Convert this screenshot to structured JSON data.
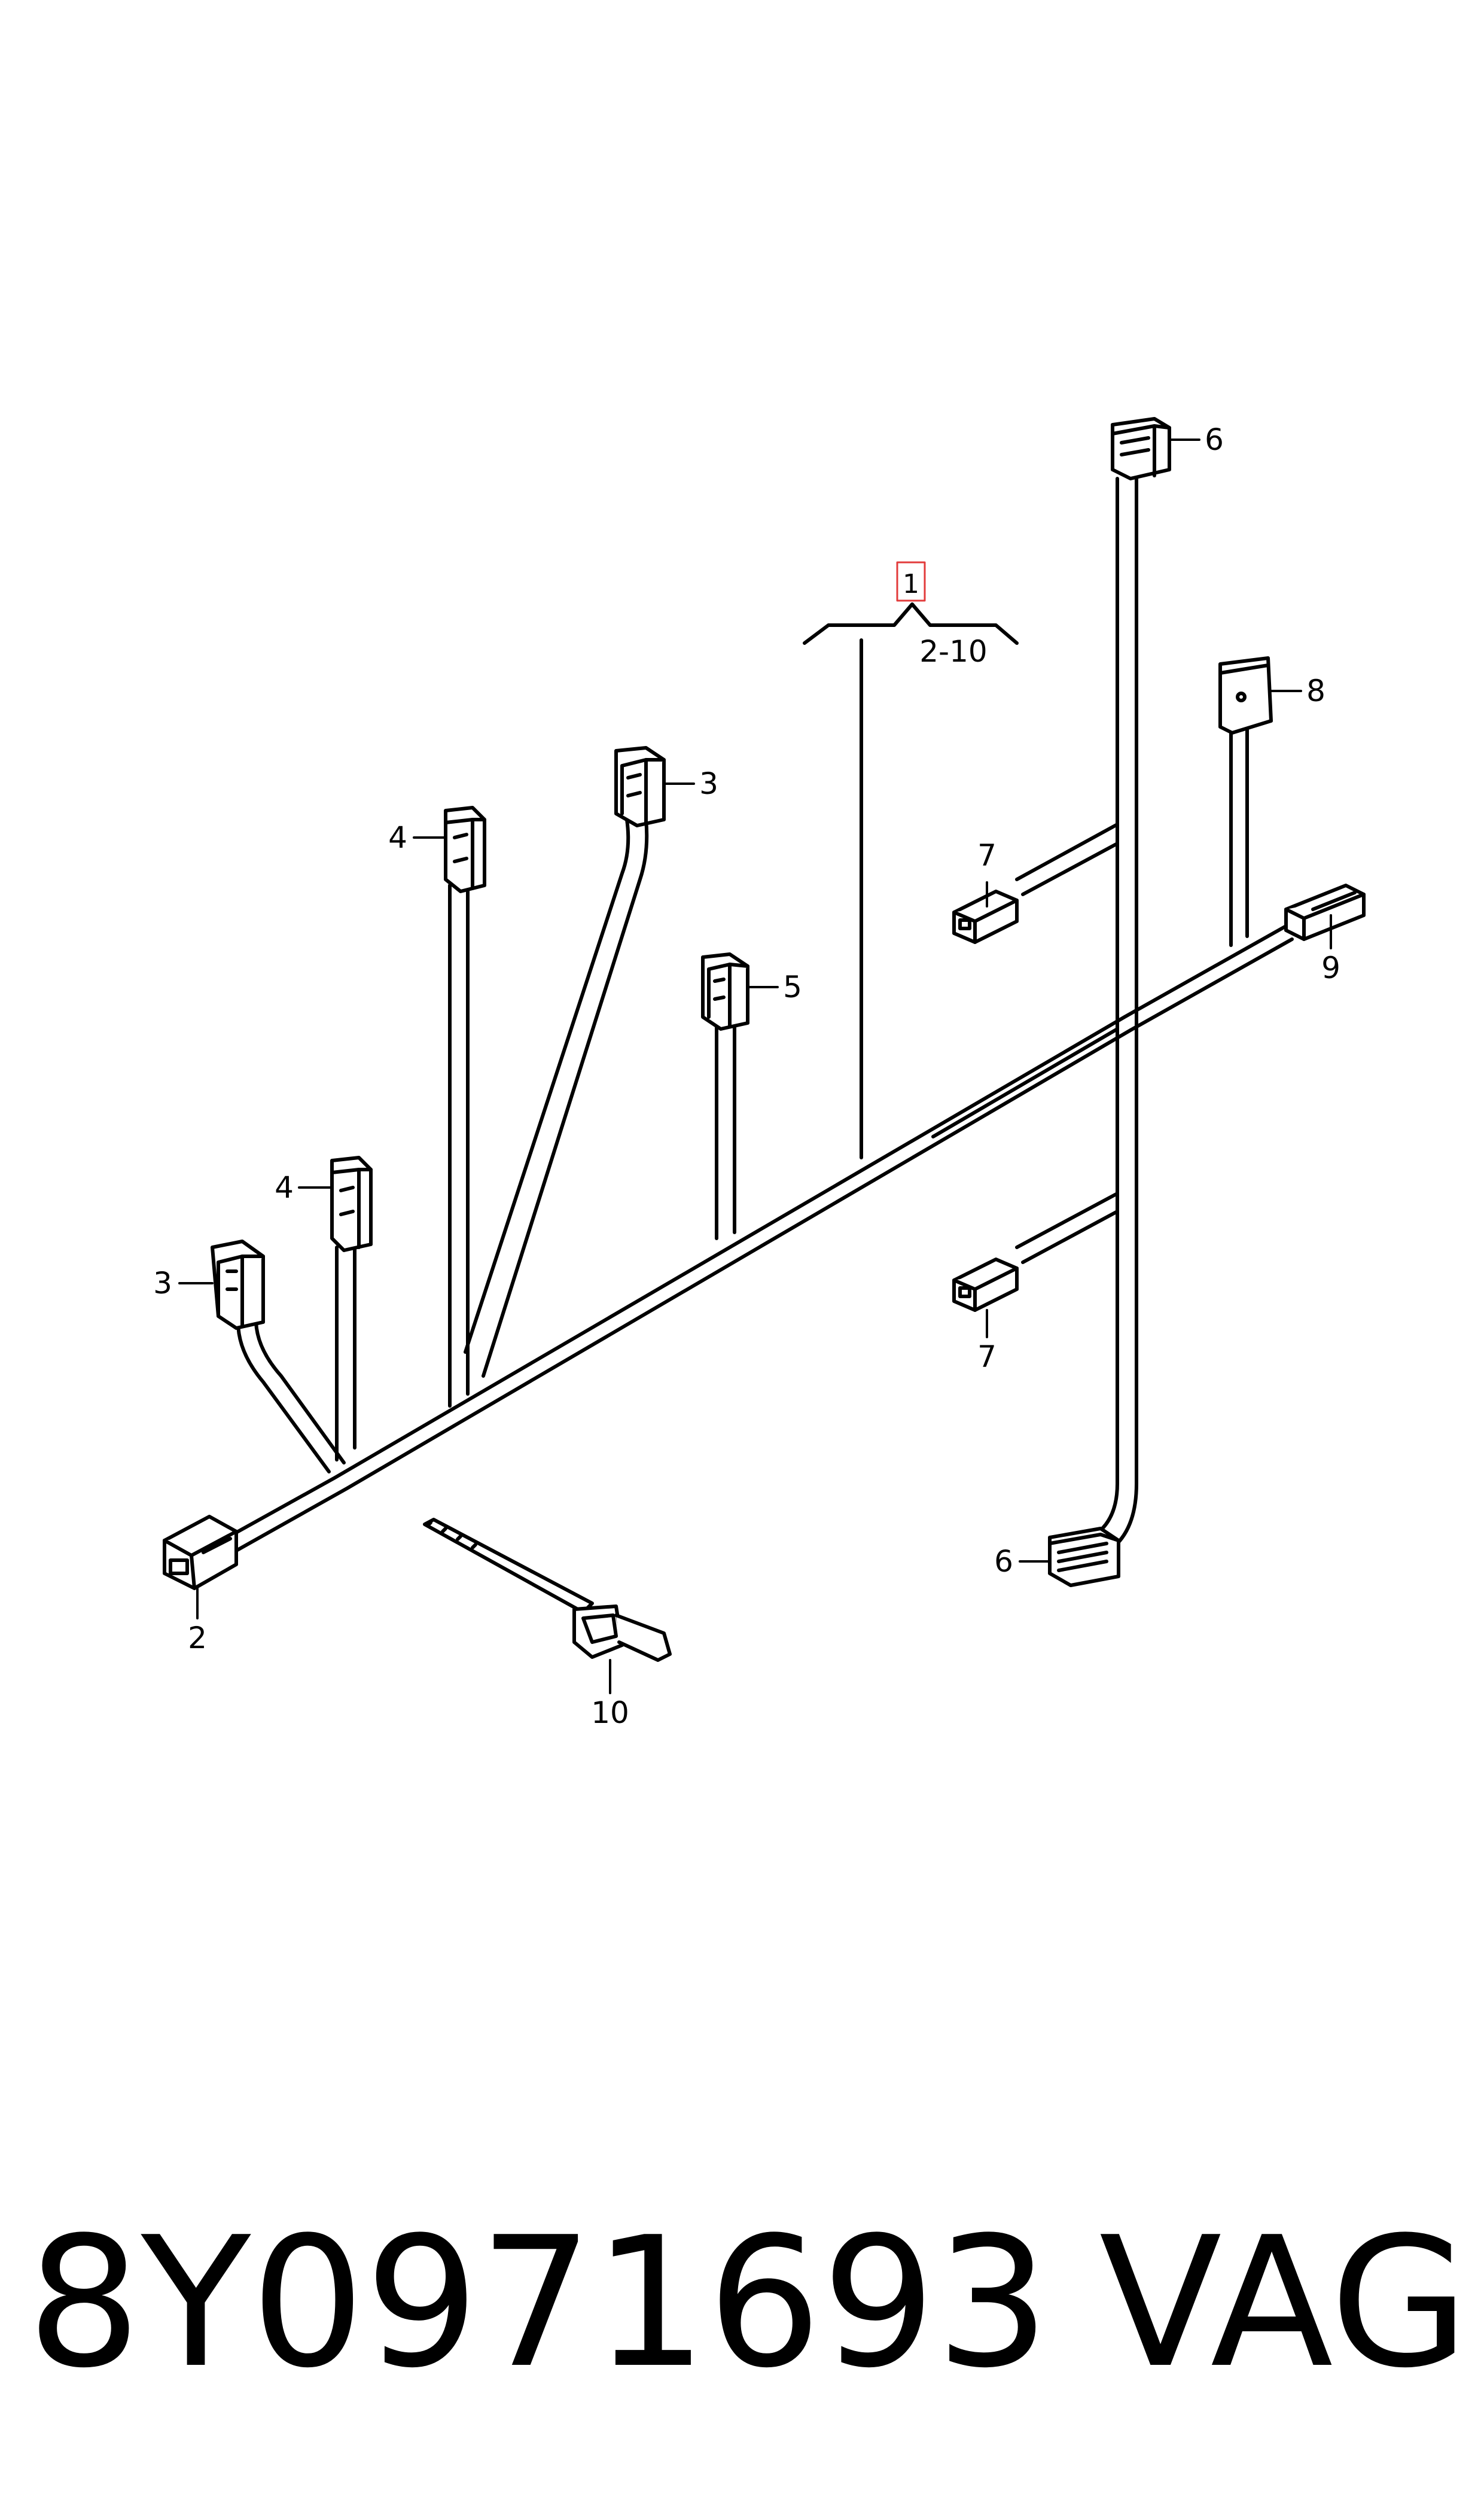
{
  "diagram": {
    "group_label": "1",
    "range_label": "2-10",
    "callouts": [
      "2",
      "3",
      "3",
      "4",
      "4",
      "5",
      "6",
      "6",
      "7",
      "7",
      "8",
      "9",
      "10"
    ]
  },
  "footer": {
    "part_number": "8Y0971693",
    "brand": "VAG"
  },
  "colors": {
    "line": "#000000",
    "highlight": "#e23b3b",
    "background": "#ffffff"
  }
}
